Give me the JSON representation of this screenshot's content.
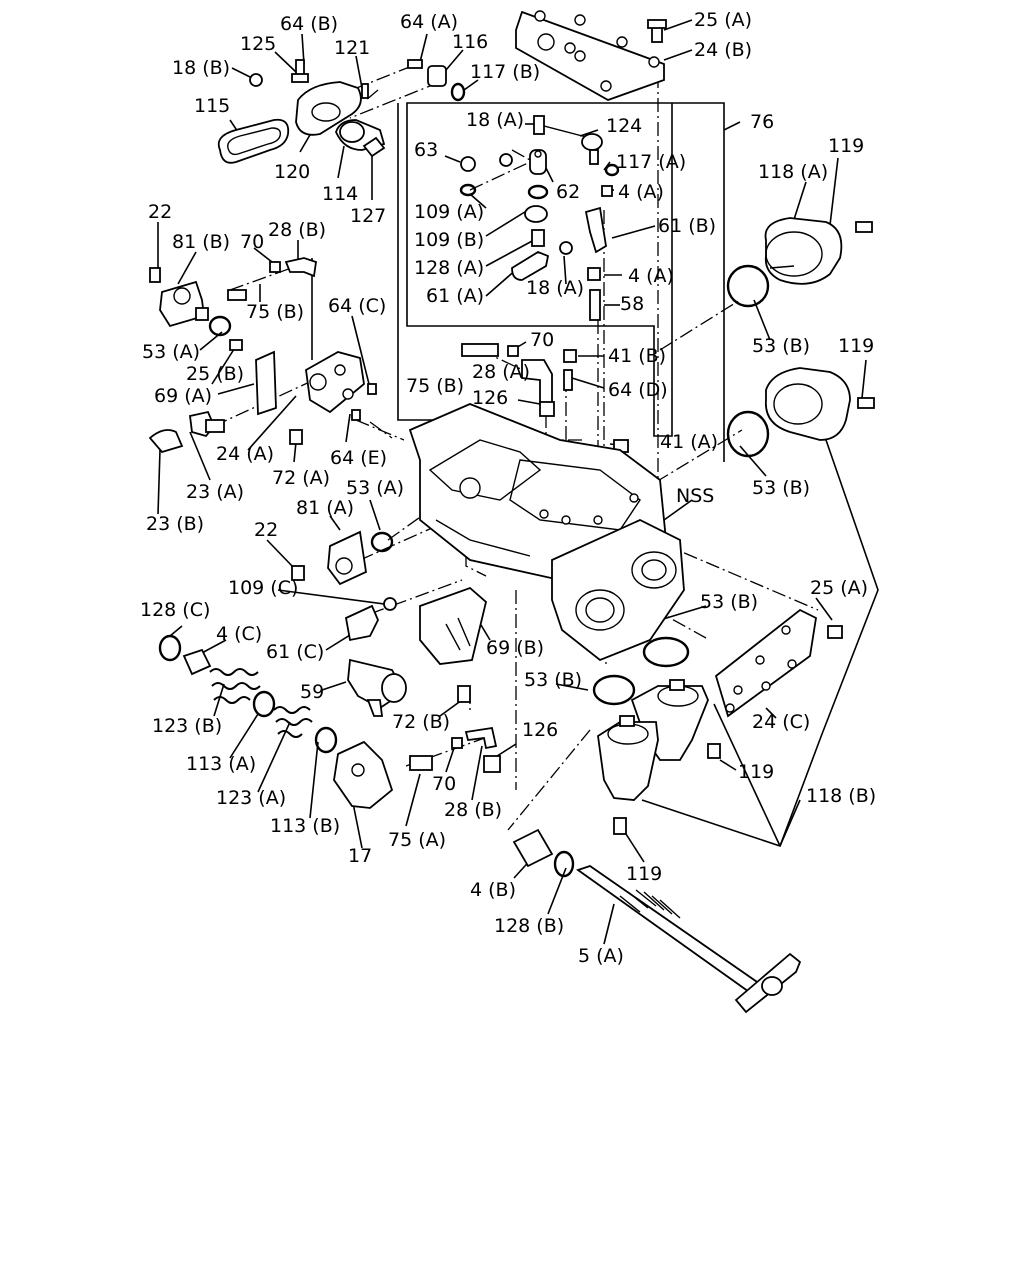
{
  "labels": {
    "l64b_top": "64 (B)",
    "l125": "125",
    "l121": "121",
    "l64a_top": "64 (A)",
    "l116": "116",
    "l117b": "117 (B)",
    "l18b": "18 (B)",
    "l115": "115",
    "l120": "120",
    "l114": "114",
    "l127": "127",
    "l25a_top": "25 (A)",
    "l24b": "24 (B)",
    "l76": "76",
    "l18a_top": "18 (A)",
    "l124": "124",
    "l63": "63",
    "l117a": "117 (A)",
    "l62": "62",
    "l109a": "109 (A)",
    "l4a_1": "4 (A)",
    "l109b": "109 (B)",
    "l61b": "61 (B)",
    "l128a": "128 (A)",
    "l4a_2": "4 (A)",
    "l18a_mid": "18 (A)",
    "l61a": "61 (A)",
    "l58": "58",
    "l118a": "118 (A)",
    "l119_1": "119",
    "l22_top": "22",
    "l81b": "81 (B)",
    "l70_top": "70",
    "l28b_top": "28 (B)",
    "l75b_top": "75 (B)",
    "l64c": "64 (C)",
    "l53a_1": "53 (A)",
    "l25b": "25 (B)",
    "l69a": "69 (A)",
    "l70_mid": "70",
    "l75b_mid": "75 (B)",
    "l28a": "28 (A)",
    "l41b": "41 (B)",
    "l64d": "64 (D)",
    "l126_top": "126",
    "l53b_1": "53 (B)",
    "l119_2": "119",
    "l41a": "41 (A)",
    "l24a": "24 (A)",
    "l64e": "64 (E)",
    "l23a": "23 (A)",
    "l72a": "72 (A)",
    "l53a_2": "53 (A)",
    "l23b": "23 (B)",
    "l81a": "81 (A)",
    "l53b_2": "53 (B)",
    "lNSS": "NSS",
    "l22_mid": "22",
    "l109c": "109 (C)",
    "l128c": "128 (C)",
    "l4c": "4 (C)",
    "l61c": "61 (C)",
    "l69b": "69 (B)",
    "l53b_3": "53 (B)",
    "l25a_mid": "25 (A)",
    "l59": "59",
    "l53b_4": "53 (B)",
    "l72b": "72 (B)",
    "l24c": "24 (C)",
    "l123b": "123 (B)",
    "l126_bot": "126",
    "l113a": "113 (A)",
    "l119_3": "119",
    "l123a": "123 (A)",
    "l70_bot": "70",
    "l118b": "118 (B)",
    "l113b": "113 (B)",
    "l28b_bot": "28 (B)",
    "l17": "17",
    "l75a": "75 (A)",
    "l119_4": "119",
    "l4b": "4 (B)",
    "l128b": "128 (B)",
    "l5a": "5 (A)"
  }
}
